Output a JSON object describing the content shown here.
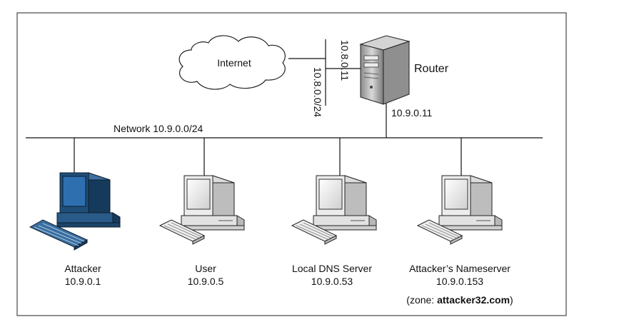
{
  "network_label": "Network 10.9.0.0/24",
  "internet_label": "Internet",
  "router": {
    "name": "Router",
    "ip_external": "10.8.0.11",
    "subnet_external": "10.8.0.0/24",
    "ip_internal": "10.9.0.11"
  },
  "hosts": [
    {
      "name": "Attacker",
      "ip": "10.9.0.1"
    },
    {
      "name": "User",
      "ip": "10.9.0.5"
    },
    {
      "name": "Local DNS Server",
      "ip": "10.9.0.53"
    },
    {
      "name": "Attacker’s Nameserver",
      "ip": "10.9.0.153"
    }
  ],
  "zone": {
    "prefix": "(zone: ",
    "domain": "attacker32.com",
    "suffix": ")"
  },
  "colors": {
    "attacker_monitor": "#1f4e79",
    "attacker_screen": "#2e6fb0",
    "line": "#111111",
    "pc_body": "#e9e9e9"
  }
}
